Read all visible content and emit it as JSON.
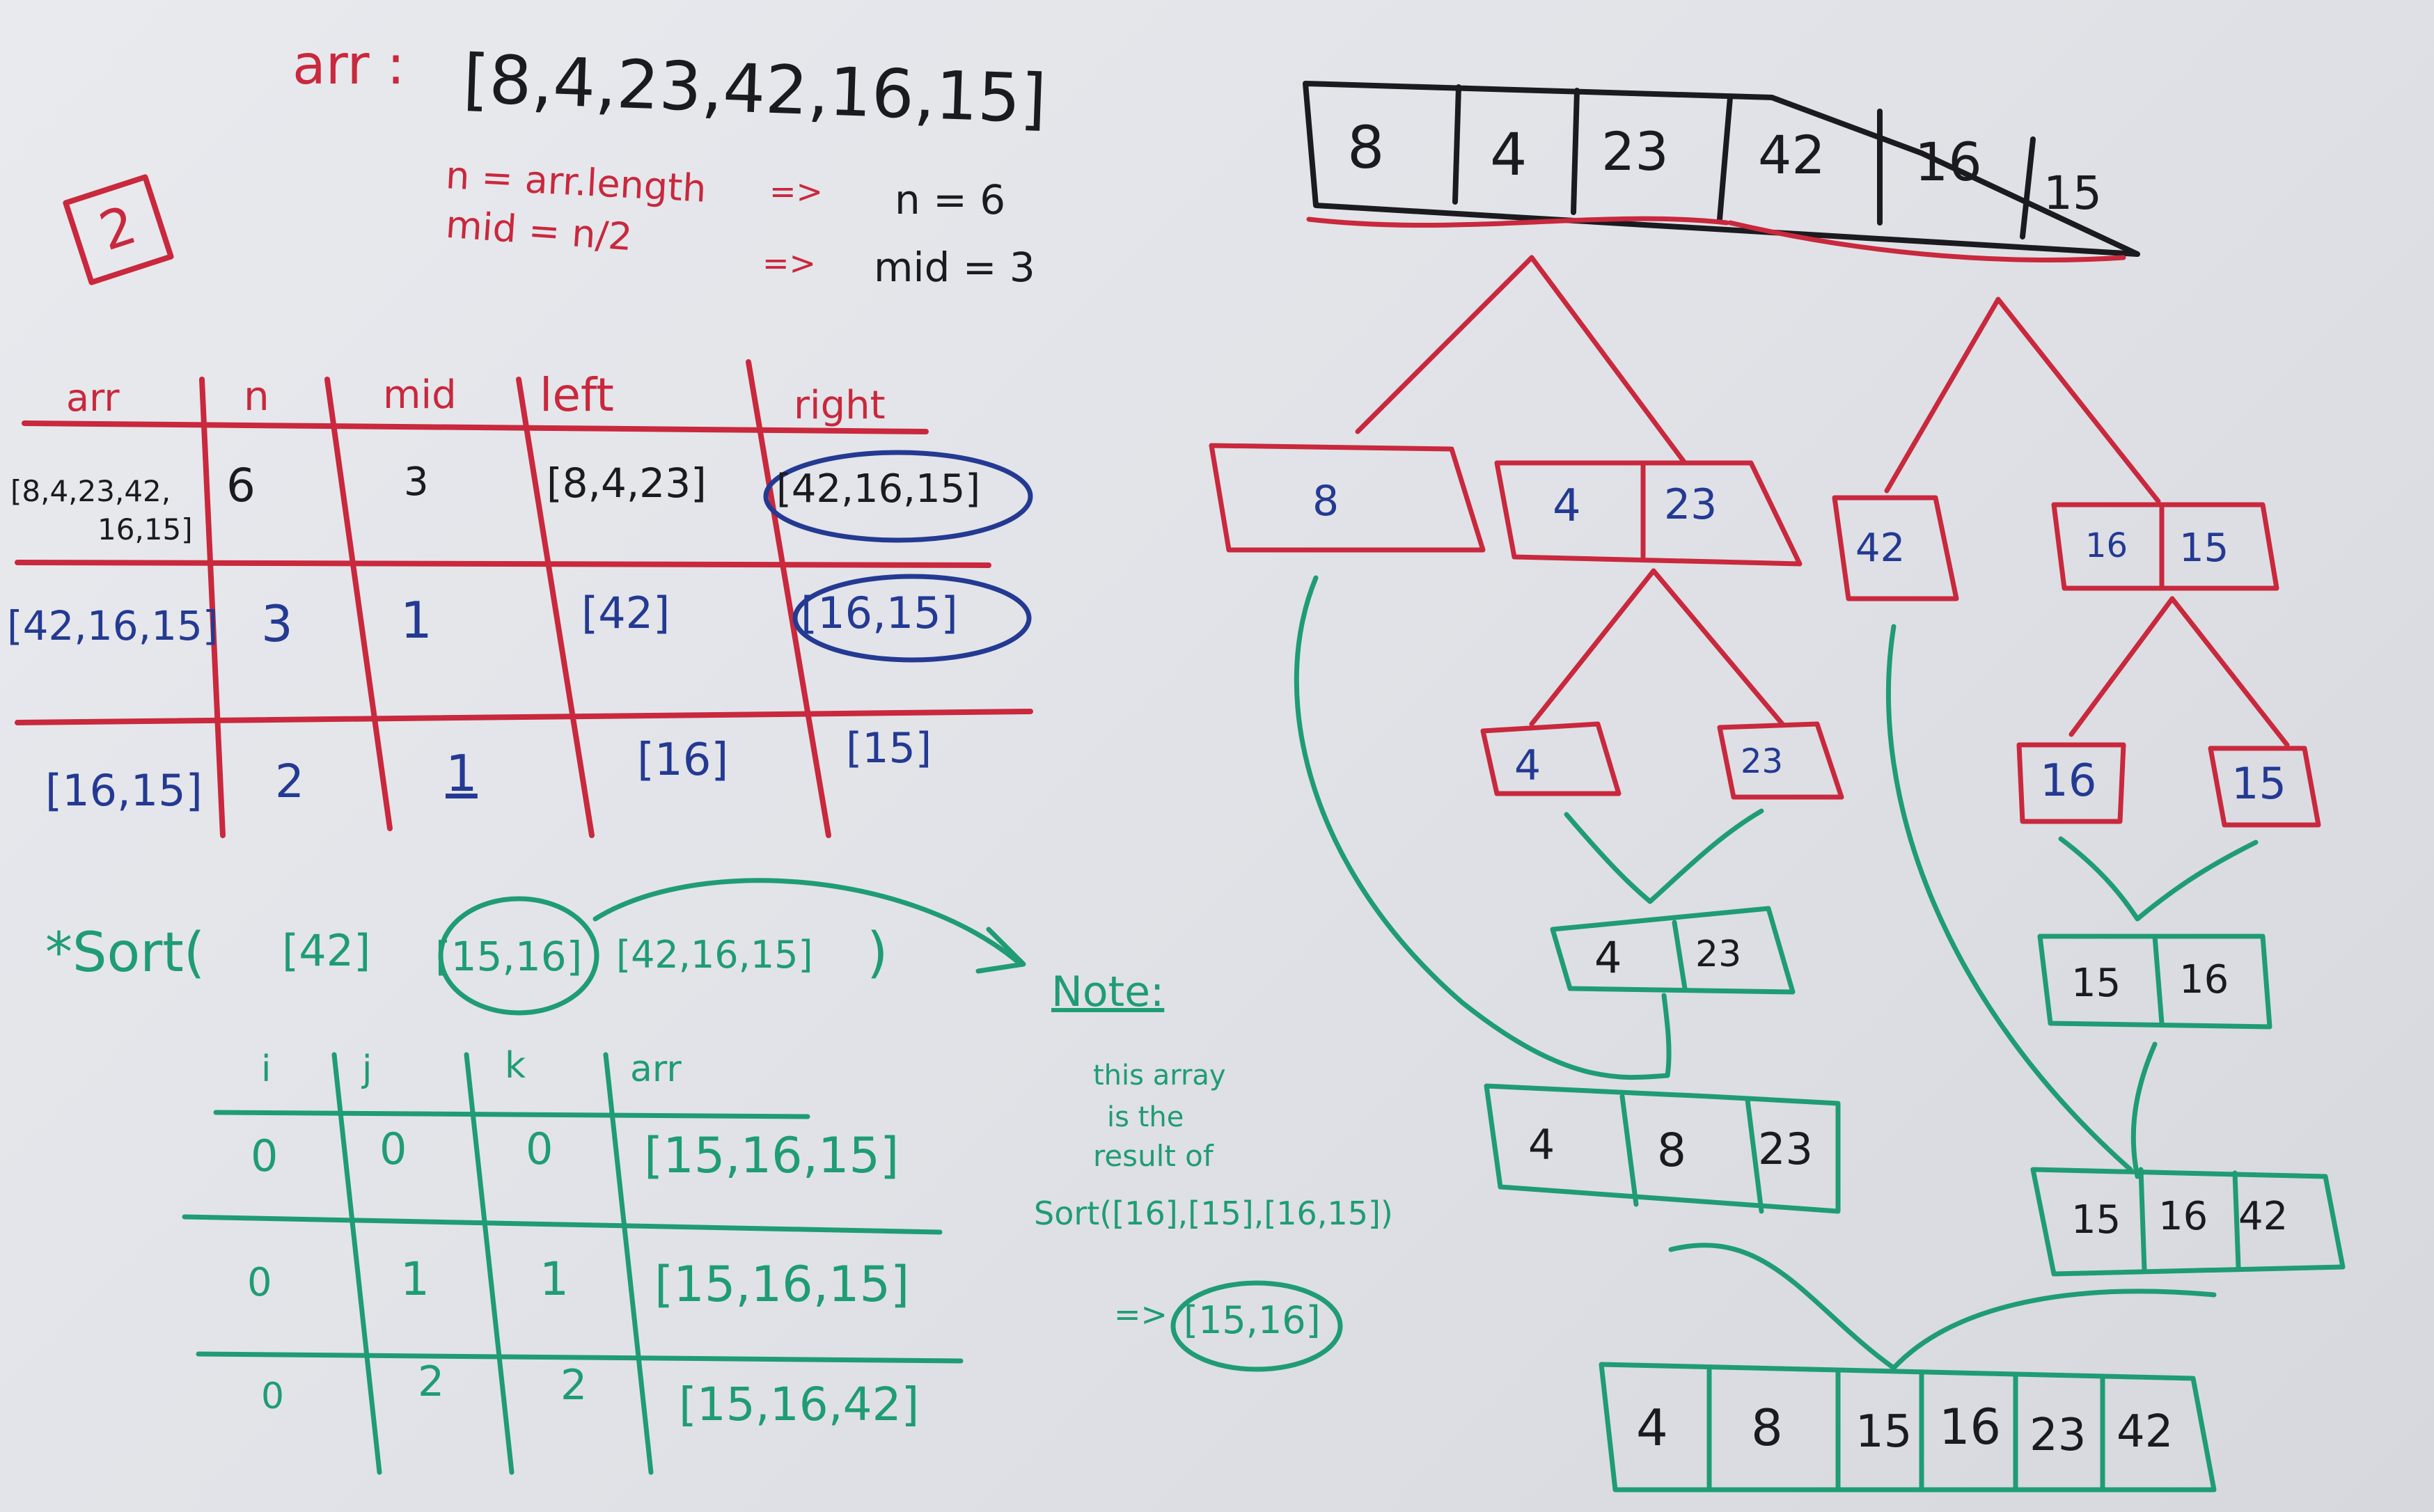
{
  "header": {
    "arr_label": "arr :",
    "arr_value": "[8,4,23,42,16,15]",
    "step_number": "2",
    "n_expr": "n = arr.length",
    "n_result": "n = 6",
    "mid_expr": "mid = n/2",
    "mid_result": "mid = 3",
    "arrow": "=>"
  },
  "split_table": {
    "headers": [
      "arr",
      "n",
      "mid",
      "left",
      "right"
    ],
    "rows": [
      {
        "arr_line1": "[8,4,23,42,",
        "arr_line2": "16,15]",
        "n": "6",
        "mid": "3",
        "left": "[8,4,23]",
        "right": "[42,16,15]"
      },
      {
        "arr_line1": "[42,16,15]",
        "arr_line2": "",
        "n": "3",
        "mid": "1",
        "left": "[42]",
        "right": "[16,15]"
      },
      {
        "arr_line1": "[16,15]",
        "arr_line2": "",
        "n": "2",
        "mid": "1",
        "left": "[16]",
        "right": "[15]"
      }
    ]
  },
  "sort_call": {
    "prefix": "*Sort(",
    "arg1": "[42]",
    "arg2": "[15,16]",
    "arg3": "[42,16,15]",
    "suffix": ")"
  },
  "merge_table": {
    "headers": [
      "i",
      "j",
      "k",
      "arr"
    ],
    "rows": [
      {
        "i": "0",
        "j": "0",
        "k": "0",
        "arr": "[15,16,15]"
      },
      {
        "i": "0",
        "j": "1",
        "k": "1",
        "arr": "[15,16,15]"
      },
      {
        "i": "0",
        "j": "2",
        "k": "2",
        "arr": "[15,16,42]"
      }
    ]
  },
  "note": {
    "title": "Note:",
    "line1": "this array",
    "line2": "is the",
    "line3": "result of",
    "line4": "Sort([16],[15],[16,15])",
    "result_arrow": "=>",
    "result": "[15,16]"
  },
  "tree": {
    "root": [
      "8",
      "4",
      "23",
      "42",
      "16",
      "15"
    ],
    "level1_left_single": "8",
    "level1_left_pair": [
      "4",
      "23"
    ],
    "level1_right_single": "42",
    "level1_right_pair": [
      "16",
      "15"
    ],
    "level2": [
      "4",
      "23",
      "16",
      "15"
    ],
    "merged_left_pair": [
      "4",
      "23"
    ],
    "merged_right_pair": [
      "15",
      "16"
    ],
    "merged_left_triple": [
      "4",
      "8",
      "23"
    ],
    "merged_right_triple": [
      "15",
      "16",
      "42"
    ],
    "final": [
      "4",
      "8",
      "15",
      "16",
      "23",
      "42"
    ]
  },
  "colors": {
    "split_red": "#c9283d",
    "marker_blue": "#243a92",
    "merge_green": "#1f9c74",
    "ink_black": "#1b1b1f"
  }
}
